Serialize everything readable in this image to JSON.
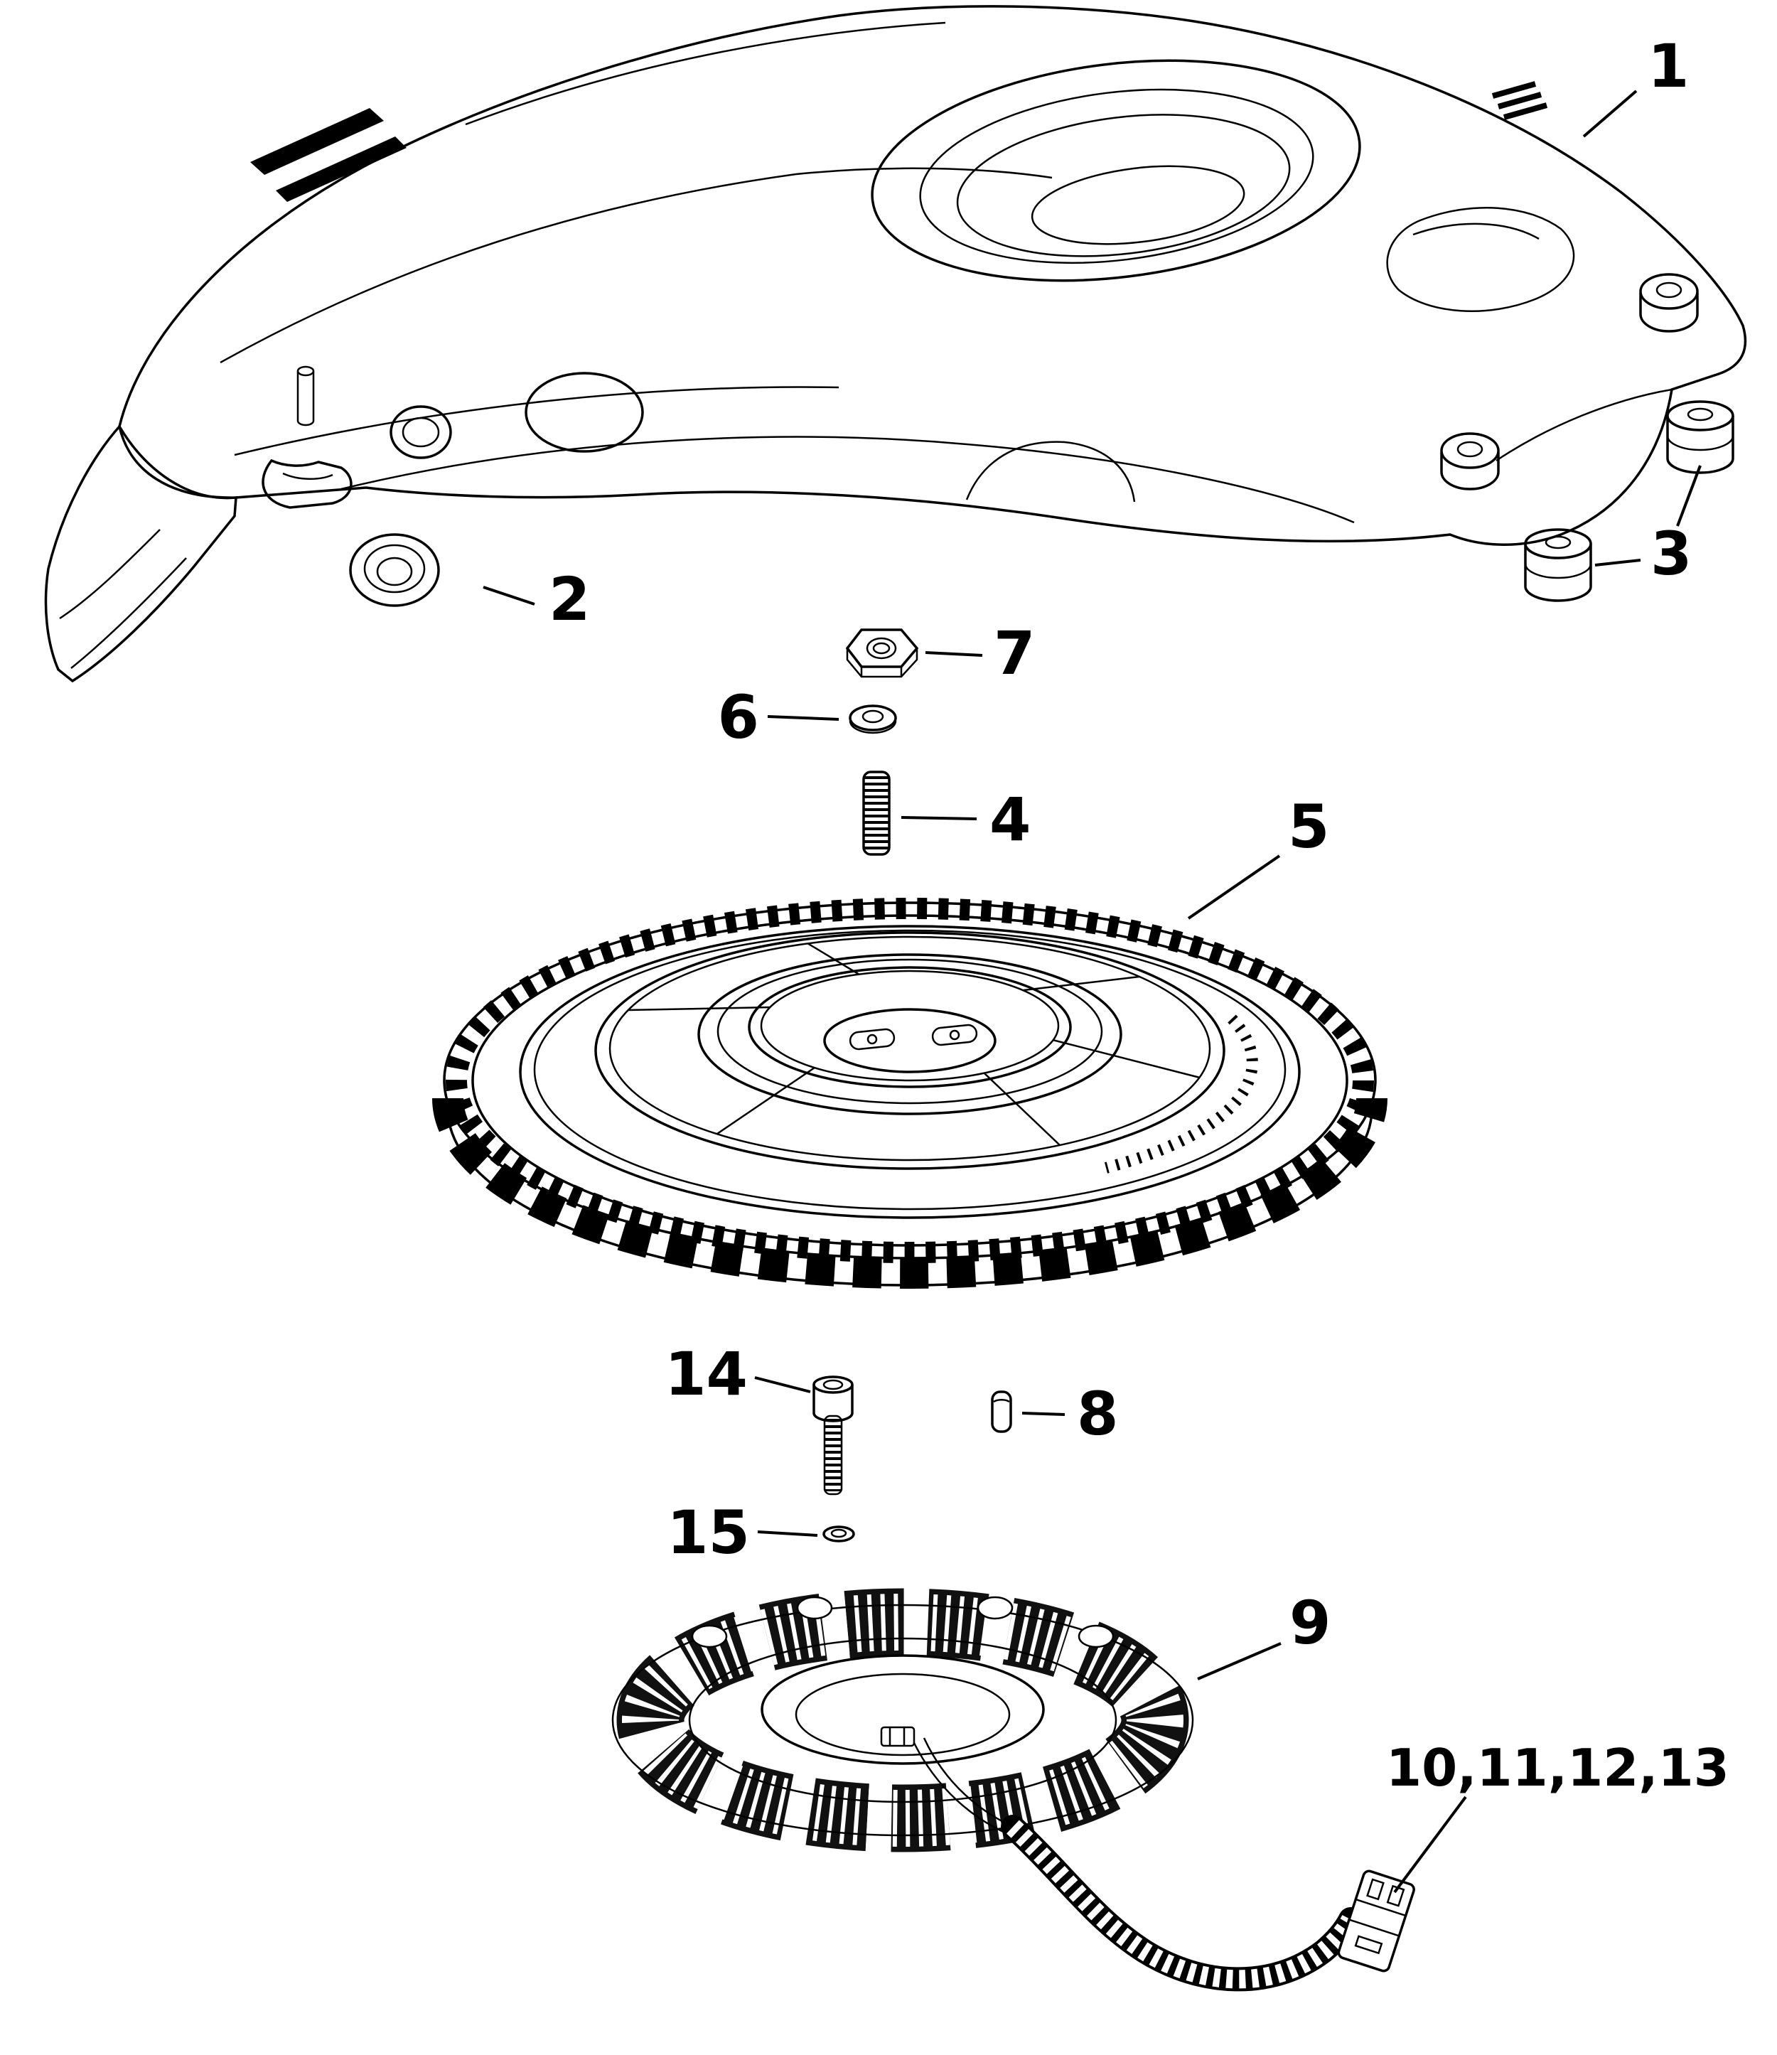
{
  "diagram": {
    "kind": "exploded-parts-diagram",
    "subject": "outboard-flywheel-cover-flywheel-stator-assembly",
    "background_color": "#ffffff",
    "line_color": "#000000",
    "callouts": {
      "flywheel_cover": "1",
      "grommet": "2",
      "rubber_mount": "3",
      "stud": "4",
      "flywheel": "5",
      "washer": "6",
      "nut": "7",
      "dowel_pin": "8",
      "stator": "9",
      "harness_connector": "10,11,12,13",
      "bolt": "14",
      "lock_washer": "15"
    }
  }
}
